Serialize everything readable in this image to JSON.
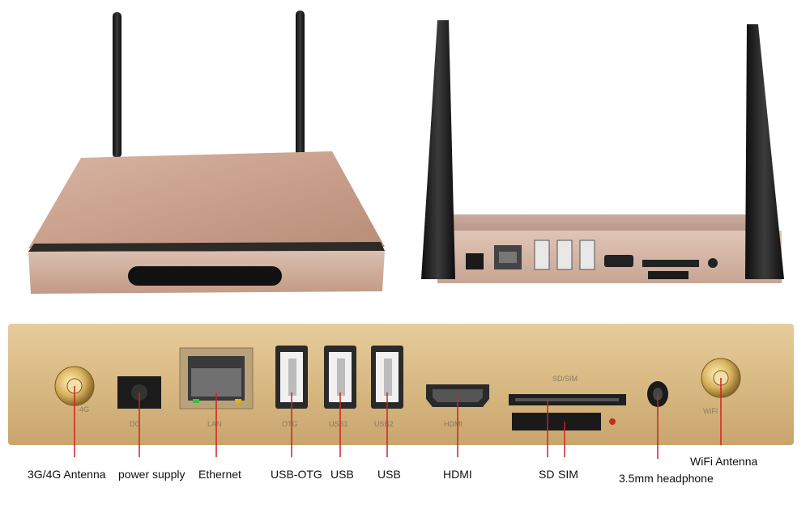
{
  "panel_text": {
    "port_4g": "4G",
    "port_dc": "DC",
    "port_lan": "LAN",
    "port_otg": "OTG",
    "port_usb1": "USB1",
    "port_usb2": "USB2",
    "port_hdmi": "HDMI",
    "port_sd_sim": "SD/SIM",
    "port_wifi": "WiFi"
  },
  "callouts": {
    "antenna_4g": "3G/4G Antenna",
    "power": "power supply",
    "ethernet": "Ethernet",
    "usb_otg": "USB-OTG",
    "usb_a": "USB",
    "usb_b": "USB",
    "hdmi": "HDMI",
    "sd": "SD",
    "sim": "SIM",
    "headphone": "3.5mm headphone",
    "antenna_wifi": "WiFi Antenna"
  },
  "colors": {
    "background": "#ffffff",
    "case_rose_gold": "#c9a48e",
    "case_gold": "#d6b47f",
    "antenna": "#1c1c1c",
    "callout_line": "#d32020",
    "label_text": "#111111"
  }
}
